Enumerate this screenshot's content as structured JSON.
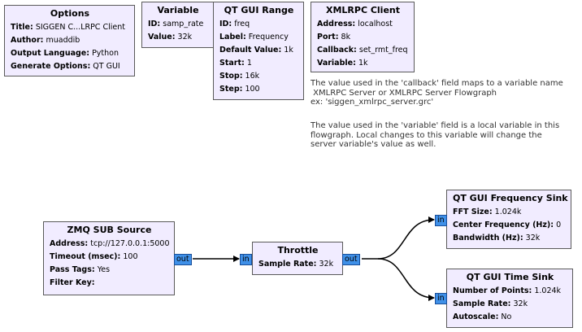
{
  "blocks": {
    "options": {
      "title": "Options",
      "params": [
        {
          "label": "Title:",
          "value": "SIGGEN C...LRPC Client"
        },
        {
          "label": "Author:",
          "value": "muaddib"
        },
        {
          "label": "Output Language:",
          "value": "Python"
        },
        {
          "label": "Generate Options:",
          "value": "QT GUI"
        }
      ]
    },
    "variable": {
      "title": "Variable",
      "params": [
        {
          "label": "ID:",
          "value": "samp_rate"
        },
        {
          "label": "Value:",
          "value": "32k"
        }
      ]
    },
    "range": {
      "title": "QT GUI Range",
      "params": [
        {
          "label": "ID:",
          "value": "freq"
        },
        {
          "label": "Label:",
          "value": "Frequency"
        },
        {
          "label": "Default Value:",
          "value": "1k"
        },
        {
          "label": "Start:",
          "value": "1"
        },
        {
          "label": "Stop:",
          "value": "16k"
        },
        {
          "label": "Step:",
          "value": "100"
        }
      ]
    },
    "xmlrpc": {
      "title": "XMLRPC Client",
      "params": [
        {
          "label": "Address:",
          "value": "localhost"
        },
        {
          "label": "Port:",
          "value": "8k"
        },
        {
          "label": "Callback:",
          "value": "set_rmt_freq"
        },
        {
          "label": "Variable:",
          "value": "1k"
        }
      ]
    },
    "zmq": {
      "title": "ZMQ SUB Source",
      "params": [
        {
          "label": "Address:",
          "value": "tcp://127.0.0.1:5000"
        },
        {
          "label": "Timeout (msec):",
          "value": "100"
        },
        {
          "label": "Pass Tags:",
          "value": "Yes"
        },
        {
          "label": "Filter Key:",
          "value": ""
        }
      ],
      "out_port": "out"
    },
    "throttle": {
      "title": "Throttle",
      "params": [
        {
          "label": "Sample Rate:",
          "value": "32k"
        }
      ],
      "in_port": "in",
      "out_port": "out"
    },
    "freqsink": {
      "title": "QT GUI Frequency Sink",
      "params": [
        {
          "label": "FFT Size:",
          "value": "1.024k"
        },
        {
          "label": "Center Frequency (Hz):",
          "value": "0"
        },
        {
          "label": "Bandwidth (Hz):",
          "value": "32k"
        }
      ],
      "in_port": "in"
    },
    "timesink": {
      "title": "QT GUI Time Sink",
      "params": [
        {
          "label": "Number of Points:",
          "value": "1.024k"
        },
        {
          "label": "Sample Rate:",
          "value": "32k"
        },
        {
          "label": "Autoscale:",
          "value": "No"
        }
      ],
      "in_port": "in"
    }
  },
  "notes": {
    "callback_note": "The value used in the 'callback' field maps to a variable name\n XMLRPC Server or XMLRPC Server Flowgraph\nex: 'siggen_xmlrpc_server.grc'",
    "variable_note": "The value used in the 'variable' field is a local variable in this\nflowgraph. Local changes to this variable will change the\nserver variable's value as well."
  },
  "colors": {
    "block_bg": "#f1ecff",
    "block_border": "#5a5a5a",
    "port_bg": "#3f90e8",
    "note_text": "#333333"
  }
}
